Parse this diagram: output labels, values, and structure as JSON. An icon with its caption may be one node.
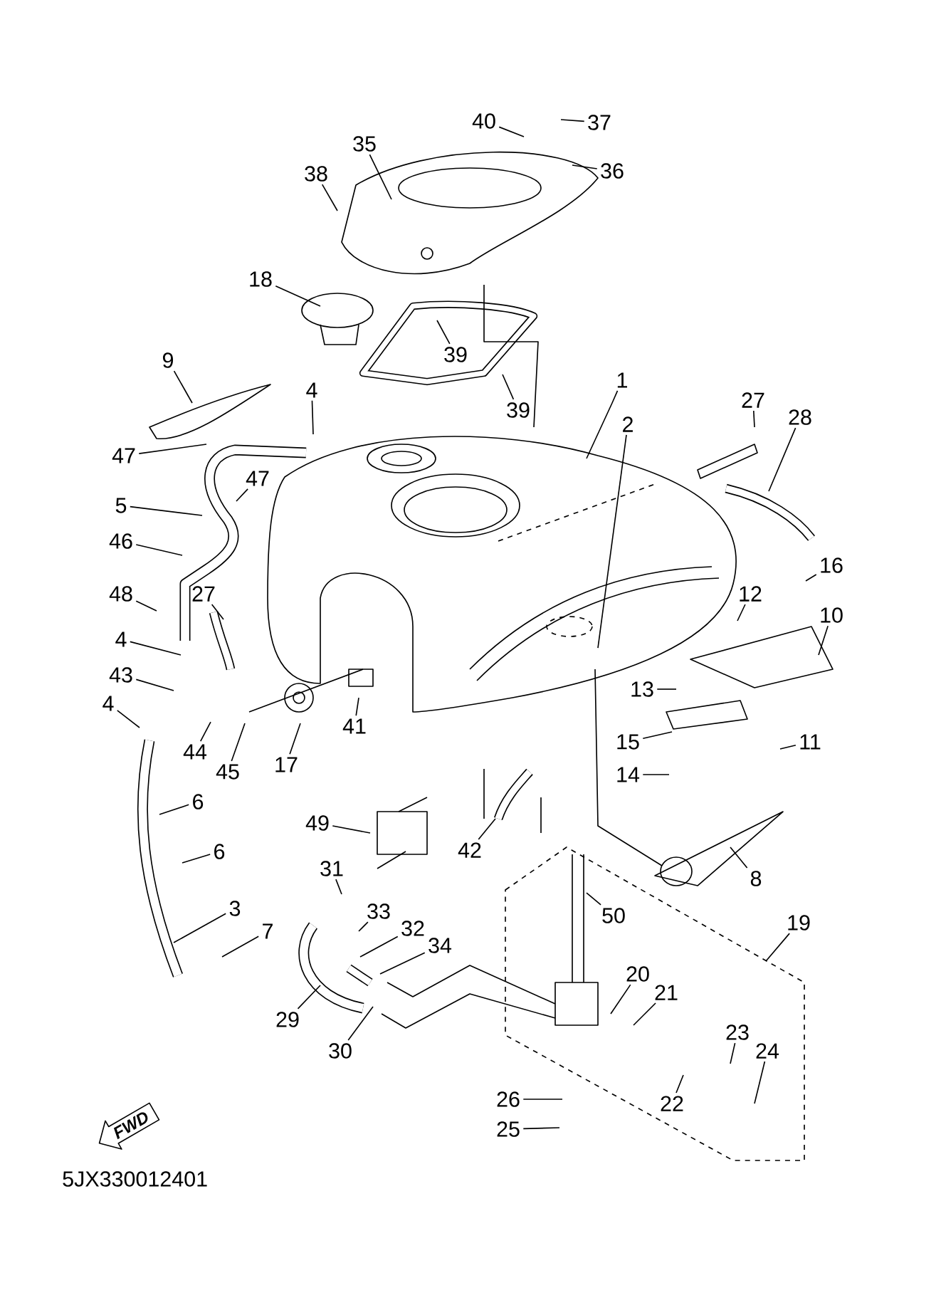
{
  "diagram": {
    "nodes": [
      {
        "text": [
          "35"
        ]
      },
      {
        "text": [
          "40"
        ]
      },
      {
        "text": [
          "37"
        ]
      },
      {
        "text": [
          "36"
        ]
      },
      {
        "text": [
          "38"
        ]
      },
      {
        "text": [
          "18"
        ]
      },
      {
        "text": [
          "39"
        ]
      },
      {
        "text": [
          "39"
        ]
      },
      {
        "text": [
          "9"
        ]
      },
      {
        "text": [
          "4"
        ]
      },
      {
        "text": [
          "1"
        ]
      },
      {
        "text": [
          "2"
        ]
      },
      {
        "text": [
          "27"
        ]
      },
      {
        "text": [
          "28"
        ]
      },
      {
        "text": [
          "47"
        ]
      },
      {
        "text": [
          "47"
        ]
      },
      {
        "text": [
          "5"
        ]
      },
      {
        "text": [
          "46"
        ]
      },
      {
        "text": [
          "48"
        ]
      },
      {
        "text": [
          "27"
        ]
      },
      {
        "text": [
          "16"
        ]
      },
      {
        "text": [
          "12"
        ]
      },
      {
        "text": [
          "10"
        ]
      },
      {
        "text": [
          "4"
        ]
      },
      {
        "text": [
          "43"
        ]
      },
      {
        "text": [
          "4"
        ]
      },
      {
        "text": [
          "13"
        ]
      },
      {
        "text": [
          "44"
        ]
      },
      {
        "text": [
          "45"
        ]
      },
      {
        "text": [
          "17"
        ]
      },
      {
        "text": [
          "41"
        ]
      },
      {
        "text": [
          "15"
        ]
      },
      {
        "text": [
          "11"
        ]
      },
      {
        "text": [
          "14"
        ]
      },
      {
        "text": [
          "6"
        ]
      },
      {
        "text": [
          "49"
        ]
      },
      {
        "text": [
          "6"
        ]
      },
      {
        "text": [
          "42"
        ]
      },
      {
        "text": [
          "8"
        ]
      },
      {
        "text": [
          "31"
        ]
      },
      {
        "text": [
          "3"
        ]
      },
      {
        "text": [
          "50"
        ]
      },
      {
        "text": [
          "7"
        ]
      },
      {
        "text": [
          "33"
        ]
      },
      {
        "text": [
          "32"
        ]
      },
      {
        "text": [
          "19"
        ]
      },
      {
        "text": [
          "34"
        ]
      },
      {
        "text": [
          "29"
        ]
      },
      {
        "text": [
          "20"
        ]
      },
      {
        "text": [
          "21"
        ]
      },
      {
        "text": [
          "23"
        ]
      },
      {
        "text": [
          "30"
        ]
      },
      {
        "text": [
          "24"
        ]
      },
      {
        "text": [
          "22"
        ]
      },
      {
        "text": [
          "26"
        ]
      },
      {
        "text": [
          "25"
        ]
      },
      {
        "text": [
          "FWD"
        ]
      }
    ],
    "edges": [
      {
        "from": 0,
        "to": null,
        "arrow": "none"
      },
      {
        "from": 1,
        "to": null,
        "arrow": "none"
      },
      {
        "from": 2,
        "to": null,
        "arrow": "none"
      },
      {
        "from": 3,
        "to": null,
        "arrow": "none"
      },
      {
        "from": 4,
        "to": null,
        "arrow": "none"
      },
      {
        "from": 5,
        "to": null,
        "arrow": "none"
      },
      {
        "from": 6,
        "to": null,
        "arrow": "none"
      },
      {
        "from": 7,
        "to": null,
        "arrow": "none"
      },
      {
        "from": 8,
        "to": null,
        "arrow": "none"
      },
      {
        "from": 9,
        "to": null,
        "arrow": "none"
      },
      {
        "from": 10,
        "to": null,
        "arrow": "none"
      },
      {
        "from": 11,
        "to": null,
        "arrow": "none"
      },
      {
        "from": 12,
        "to": null,
        "arrow": "none"
      },
      {
        "from": 13,
        "to": null,
        "arrow": "none"
      },
      {
        "from": 14,
        "to": null,
        "arrow": "none"
      },
      {
        "from": 15,
        "to": null,
        "arrow": "none"
      },
      {
        "from": 16,
        "to": null,
        "arrow": "none"
      },
      {
        "from": 17,
        "to": null,
        "arrow": "none"
      },
      {
        "from": 18,
        "to": null,
        "arrow": "none"
      },
      {
        "from": 19,
        "to": null,
        "arrow": "none"
      },
      {
        "from": 20,
        "to": null,
        "arrow": "none"
      },
      {
        "from": 21,
        "to": null,
        "arrow": "none"
      },
      {
        "from": 22,
        "to": null,
        "arrow": "none"
      },
      {
        "from": 23,
        "to": null,
        "arrow": "none"
      },
      {
        "from": 24,
        "to": null,
        "arrow": "none"
      },
      {
        "from": 25,
        "to": null,
        "arrow": "none"
      },
      {
        "from": 26,
        "to": null,
        "arrow": "none"
      },
      {
        "from": 27,
        "to": null,
        "arrow": "none"
      },
      {
        "from": 28,
        "to": null,
        "arrow": "none"
      },
      {
        "from": 29,
        "to": null,
        "arrow": "none"
      },
      {
        "from": 30,
        "to": null,
        "arrow": "none"
      },
      {
        "from": 31,
        "to": null,
        "arrow": "none"
      },
      {
        "from": 32,
        "to": null,
        "arrow": "none"
      },
      {
        "from": 33,
        "to": null,
        "arrow": "none"
      },
      {
        "from": 34,
        "to": null,
        "arrow": "none"
      },
      {
        "from": 35,
        "to": null,
        "arrow": "none"
      },
      {
        "from": 36,
        "to": null,
        "arrow": "none"
      },
      {
        "from": 37,
        "to": null,
        "arrow": "none"
      },
      {
        "from": 38,
        "to": null,
        "arrow": "none"
      },
      {
        "from": 39,
        "to": null,
        "arrow": "none"
      },
      {
        "from": 40,
        "to": null,
        "arrow": "none"
      },
      {
        "from": 41,
        "to": null,
        "arrow": "none"
      },
      {
        "from": 42,
        "to": null,
        "arrow": "none"
      },
      {
        "from": 43,
        "to": null,
        "arrow": "none"
      },
      {
        "from": 44,
        "to": null,
        "arrow": "none"
      },
      {
        "from": 45,
        "to": null,
        "arrow": "none"
      },
      {
        "from": 46,
        "to": null,
        "arrow": "none"
      },
      {
        "from": 47,
        "to": null,
        "arrow": "none"
      },
      {
        "from": 48,
        "to": null,
        "arrow": "none"
      },
      {
        "from": 49,
        "to": null,
        "arrow": "none"
      },
      {
        "from": 50,
        "to": null,
        "arrow": "none"
      },
      {
        "from": 51,
        "to": null,
        "arrow": "none"
      },
      {
        "from": 52,
        "to": null,
        "arrow": "none"
      },
      {
        "from": 53,
        "to": null,
        "arrow": "none"
      },
      {
        "from": 54,
        "to": null,
        "arrow": "none"
      },
      {
        "from": 55,
        "to": null,
        "arrow": "none"
      }
    ],
    "labels": [
      "5JX330012401"
    ]
  }
}
